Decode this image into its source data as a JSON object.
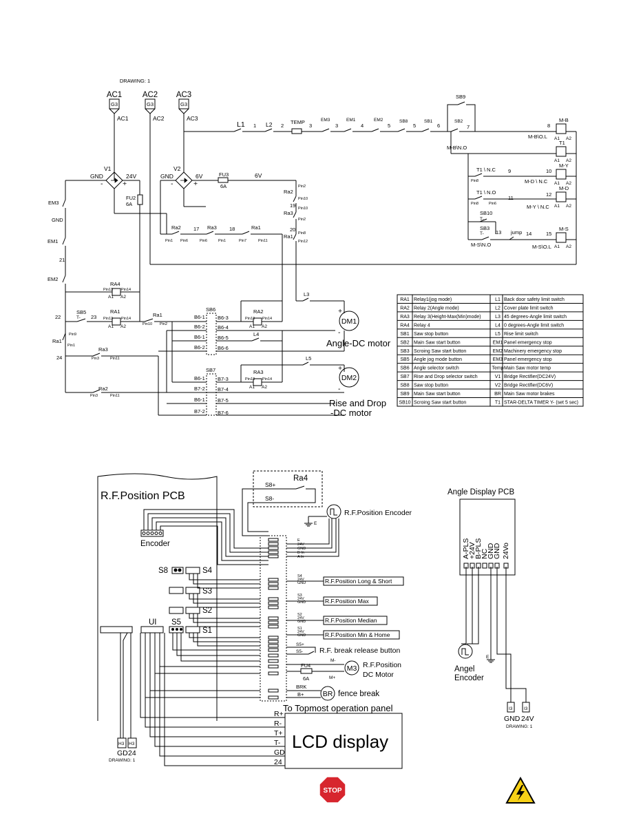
{
  "drawing_label": "DRAWING: 1",
  "ac_inputs": [
    {
      "label": "AC1",
      "term": "G3",
      "wire": "AC1"
    },
    {
      "label": "AC2",
      "term": "G3",
      "wire": "AC2"
    },
    {
      "label": "AC3",
      "term": "G3",
      "wire": "AC3"
    }
  ],
  "upper": {
    "v1": "V1",
    "v2": "V2",
    "gnd": "GND",
    "v24": "24V",
    "v6": "6V",
    "fu2": "FU2",
    "fu2_rating": "6A",
    "fu3": "FU3",
    "fu3_rating": "6A",
    "minus": "-",
    "plus": "+",
    "em3": "EM3",
    "em1": "EM1",
    "em2": "EM2",
    "gnd_side": "GND",
    "n21": "21",
    "n22": "22",
    "n24": "24",
    "chain": [
      "L1",
      "1",
      "L2",
      "2",
      "TEMP",
      "3",
      "EM3",
      "3",
      "EM1",
      "4",
      "EM2",
      "5",
      "SB8",
      "5",
      "SB1",
      "6",
      "SB2",
      "7"
    ],
    "sb9": "SB9",
    "mb_no": "M-B\\N.O",
    "mb_ol": "M-B\\O.L",
    "mb": "M-B",
    "t1": "T1",
    "t1_nc": "T1 \\ N.C",
    "t1_no": "T1 \\ N.O",
    "md_nc": "M-D \\ N.C",
    "my_nc": "M-Y \\ N.C",
    "my": "M-Y",
    "md": "M-D",
    "sb10": "SB10",
    "sb3": "SB3",
    "ms_no": "M-S\\N.O",
    "jump": "jump",
    "ms_ol": "M-S\\O.L",
    "ms": "M-S",
    "n8": "8",
    "n9": "9",
    "n10": "10",
    "n11": "11",
    "n12": "12",
    "n13": "13",
    "n14": "14",
    "n15": "15",
    "n17": "17",
    "n18": "18",
    "n19": "19",
    "n20": "20",
    "n23": "23",
    "pins": {
      "pin2": "Pin2",
      "pin10": "Pin10",
      "pin8": "Pin8",
      "pin12": "Pin12",
      "pin1": "Pin1",
      "pin6": "Pin6",
      "pin7": "Pin7",
      "pin11": "Pin11",
      "pin9": "Pin9",
      "pin3": "Pin3",
      "pin13": "Pin13",
      "pin14": "Pin14"
    },
    "a1": "A1",
    "a2": "A2",
    "t": "T-",
    "ra1": "RA1",
    "ra2": "RA2",
    "ra3": "RA3",
    "ra4": "RA4",
    "ra_1": "Ra1",
    "ra_2": "Ra2",
    "ra_3": "Ra3",
    "sb5": "SB5",
    "sb6": "SB6",
    "sb7": "SB7",
    "l3": "L3",
    "l4": "L4",
    "l5": "L5",
    "b6": [
      "B6-1",
      "B6-2",
      "B6-1",
      "B6-2"
    ],
    "b6r": [
      "B6-3",
      "B6-4",
      "B6-5",
      "B6-6"
    ],
    "b7": [
      "B6-1",
      "B7-2",
      "B6-1",
      "B7-2"
    ],
    "b7r": [
      "B7-3",
      "B7-4",
      "B7-5",
      "B7-6"
    ],
    "dm1": "DM1",
    "dm2": "DM2",
    "dm1_label": "Angle-DC motor",
    "dm2_label1": "Rise and Drop",
    "dm2_label2": "-DC motor"
  },
  "legend": [
    [
      "RA1",
      "Relay1(jog mode)",
      "L1",
      "Back door safety limit switch"
    ],
    [
      "RA2",
      "Relay 2(Angle mode)",
      "L2",
      "Cover plate limit switch"
    ],
    [
      "RA3",
      "Relay 3(Height-Max(Min)mode)",
      "L3",
      "45 degrees-Angle limit switch"
    ],
    [
      "RA4",
      "Relay 4",
      "L4",
      "0 degrees-Angle limit switch"
    ],
    [
      "SB1",
      "Saw stop button",
      "L5",
      "Rise limit switch"
    ],
    [
      "SB2",
      "Main Saw start button",
      "EM1",
      "Panel emergency stop"
    ],
    [
      "SB3",
      "Scroing Saw start button",
      "EM2",
      "Machinery emergency stop"
    ],
    [
      "SB5",
      "Angle jog mode button",
      "EM3",
      "Panel emergency stop"
    ],
    [
      "SB6",
      "Angle selector switch",
      "Temp",
      "Main Saw motor temp"
    ],
    [
      "SB7",
      "Rise and Drop selector switch",
      "V1",
      "Bridge Rectifier(DC24V)"
    ],
    [
      "SB8",
      "Saw stop button",
      "V2",
      "Bridge Rectifier(DC6V)"
    ],
    [
      "SB9",
      "Main Saw start button",
      "BR",
      "Main Saw motor brakes"
    ],
    [
      "SB10",
      "Scroing Saw start button",
      "T1",
      "STAR-DELTA TIMER Y-   (set 5 sec)"
    ]
  ],
  "lower": {
    "pcb_title": "R.F.Position PCB",
    "encoder": "Encoder",
    "ra4": "Ra4",
    "s8p": "S8+",
    "s8m": "S8-",
    "e": "E",
    "rf_encoder": "R.F.Position Encoder",
    "s8": "S8",
    "s4": "S4",
    "s3": "S3",
    "s2": "S2",
    "s1": "S1",
    "s5": "S5",
    "ui": "UI",
    "long_short": "R.F.Position Long & Short",
    "max": "R.F.Position Max",
    "median": "R.F.Position Median",
    "min_home": "R.F.Position Min & Home",
    "enc_pins": [
      "E",
      "24V",
      "GND",
      "B In",
      "A In"
    ],
    "s4_pins": [
      "S4",
      "24V",
      "GND"
    ],
    "s3_pins": [
      "S3",
      "24V",
      "GND"
    ],
    "s2_pins": [
      "S2",
      "24V",
      "GND"
    ],
    "s1_pins": [
      "S1",
      "24V",
      "GND"
    ],
    "s5p": "S5+",
    "s5m": "S5-",
    "break_btn": "R.F. break release button",
    "fu4": "FU4",
    "fu4_rating": "6A",
    "mminus": "M-",
    "mplus": "M+",
    "m3": "M3",
    "motor1": "R.F.Position",
    "motor2": "DC Motor",
    "brk": "BRK",
    "bplus": "B+",
    "br": "BR",
    "fence": "fence break",
    "topmost": "To Topmost operation panel",
    "lcd": "LCD display",
    "lcd_pins": [
      "R+",
      "R-",
      "T+",
      "T-",
      "GD",
      "24"
    ],
    "h3a": "H3",
    "h3b": "H3",
    "gd": "GD",
    "v24": "24",
    "drawing": "DRAWING: 1",
    "angle_title": "Angle Display PCB",
    "angle_pins": [
      "A-PLS",
      "+24V",
      "B-PLS",
      "NC",
      "GND",
      "GND",
      "24Vo"
    ],
    "angel_encoder1": "Angel",
    "angel_encoder2": "Encoder",
    "e2": "E",
    "i3a": "I3",
    "i3b": "I3",
    "gnd": "GND",
    "v24b": "24V",
    "drawing2": "DRAWING: 1"
  },
  "icons": {
    "stop": "STOP",
    "stop_icon": "stop-sign-icon",
    "hv_icon": "high-voltage-icon",
    "stop_color": "#d7262e",
    "hv_color": "#f7d117"
  }
}
